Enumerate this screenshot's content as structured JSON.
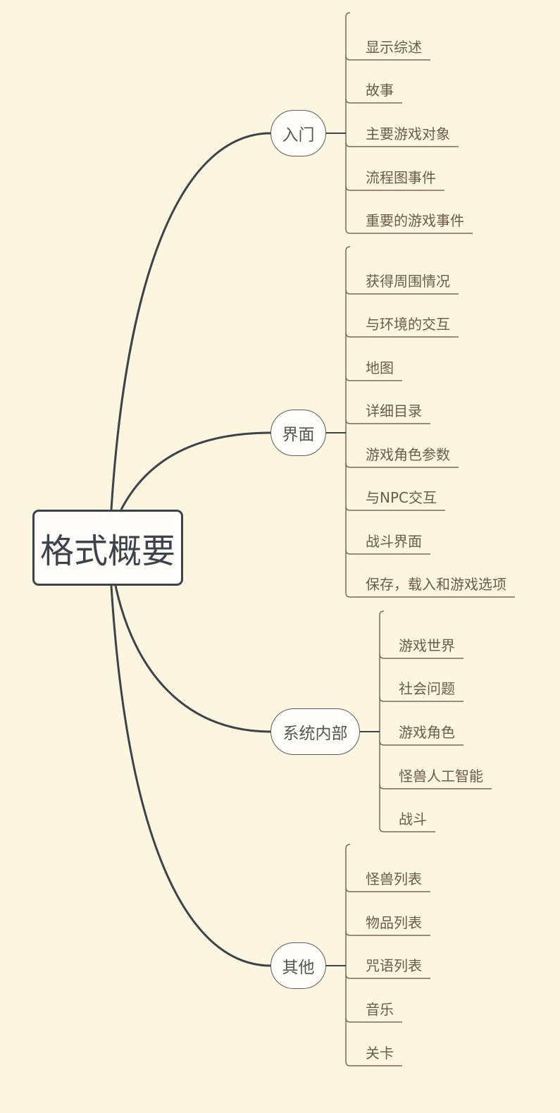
{
  "root": {
    "label": "格式概要"
  },
  "branches": [
    {
      "label": "入门",
      "items": [
        "显示综述",
        "故事",
        "主要游戏对象",
        "流程图事件",
        "重要的游戏事件"
      ]
    },
    {
      "label": "界面",
      "items": [
        "获得周围情况",
        "与环境的交互",
        "地图",
        "详细目录",
        "游戏角色参数",
        "与NPC交互",
        "战斗界面",
        "保存，载入和游戏选项"
      ]
    },
    {
      "label": "系统内部",
      "items": [
        "游戏世界",
        "社会问题",
        "游戏角色",
        "怪兽人工智能",
        "战斗"
      ]
    },
    {
      "label": "其他",
      "items": [
        "怪兽列表",
        "物品列表",
        "咒语列表",
        "音乐",
        "关卡"
      ]
    }
  ],
  "colors": {
    "background": "#fcf5df",
    "link": "#3c434a",
    "leaf_line": "#7a6a55"
  }
}
